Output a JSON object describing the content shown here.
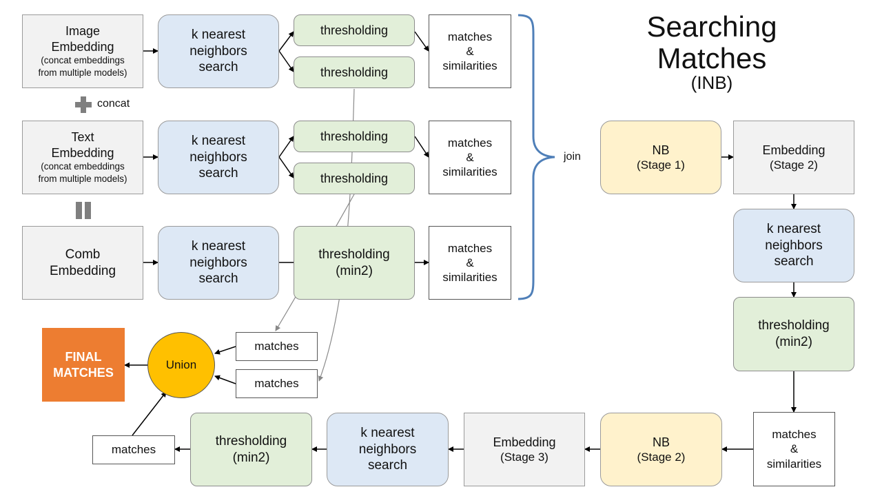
{
  "title": {
    "line1": "Searching",
    "line2": "Matches",
    "sub": "(INB)"
  },
  "colors": {
    "blue_fill": "#dde8f5",
    "green_fill": "#e2efd9",
    "gray_fill": "#f2f2f2",
    "yellow_fill": "#fff2cc",
    "orange_fill": "#ed7d31",
    "union_fill": "#ffc000",
    "brace": "#4f7fb8"
  },
  "labels": {
    "concat": "concat",
    "join": "join"
  },
  "image_embedding": {
    "line1": "Image",
    "line2": "Embedding",
    "note1": "(concat embeddings",
    "note2": "from multiple models)"
  },
  "text_embedding": {
    "line1": "Text",
    "line2": "Embedding",
    "note1": "(concat embeddings",
    "note2": "from multiple models)"
  },
  "comb_embedding": {
    "line1": "Comb",
    "line2": "Embedding"
  },
  "knn": {
    "line1": "k nearest",
    "line2": "neighbors",
    "line3": "search"
  },
  "thresholding": "thresholding",
  "thresholding_min2": {
    "line1": "thresholding",
    "line2": "(min2)"
  },
  "matches_sim": {
    "line1": "matches",
    "line2": "&",
    "line3": "similarities"
  },
  "matches": "matches",
  "nb_stage1": {
    "line1": "NB",
    "line2": "(Stage 1)"
  },
  "nb_stage2": {
    "line1": "NB",
    "line2": "(Stage 2)"
  },
  "emb_stage2": {
    "line1": "Embedding",
    "line2": "(Stage 2)"
  },
  "emb_stage3": {
    "line1": "Embedding",
    "line2": "(Stage 3)"
  },
  "union": "Union",
  "final": {
    "line1": "FINAL",
    "line2": "MATCHES"
  }
}
